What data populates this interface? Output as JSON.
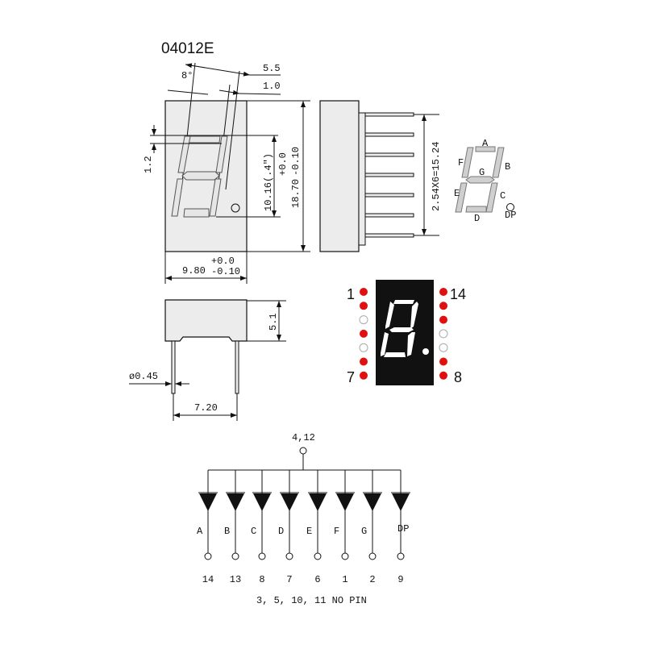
{
  "title": "04012E",
  "front_view": {
    "angle": "8°",
    "seg_width_top": "5.5",
    "seg_stroke": "1.0",
    "seg_gap": "1.2",
    "digit_height": "10.16(.4\")",
    "height": "18.70",
    "height_tol_plus": "+0.0",
    "height_tol_minus": "-0.10",
    "width": "9.80",
    "width_tol_plus": "+0.0",
    "width_tol_minus": "-0.10"
  },
  "side_view": {
    "pin_pitch": "2.54X6=15.24"
  },
  "segment_map": {
    "labels": [
      "A",
      "B",
      "C",
      "D",
      "E",
      "F",
      "G",
      "DP"
    ]
  },
  "bottom_view": {
    "depth": "5.1",
    "pin_diameter": "ø0.45",
    "row_spacing": "7.20"
  },
  "pinout": {
    "top_left": "1",
    "bottom_left": "7",
    "top_right": "14",
    "bottom_right": "8",
    "pin_color": "#e01010",
    "display_color": "#111111"
  },
  "circuit": {
    "common": "4,12",
    "segments": [
      {
        "label": "A",
        "pin": "14"
      },
      {
        "label": "B",
        "pin": "13"
      },
      {
        "label": "C",
        "pin": "8"
      },
      {
        "label": "D",
        "pin": "7"
      },
      {
        "label": "E",
        "pin": "6"
      },
      {
        "label": "F",
        "pin": "1"
      },
      {
        "label": "G",
        "pin": "2"
      },
      {
        "label": "DP",
        "pin": "9"
      }
    ],
    "note": "3, 5, 10, 11 NO PIN"
  }
}
